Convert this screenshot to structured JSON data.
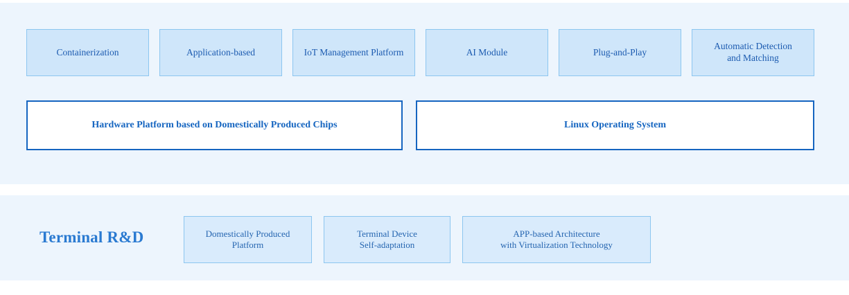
{
  "colors": {
    "panel_background": "#edf5fd",
    "page_background": "#ffffff",
    "feature_box_fill": "#cfe6fa",
    "feature_box_border": "#8cc6f0",
    "feature_text": "#1c5bb0",
    "platform_bar_fill": "#ffffff",
    "platform_bar_border": "#1565c0",
    "platform_text": "#1565c0",
    "section_title_text": "#2a7ad1",
    "terminal_box_fill": "#d9ebfc",
    "terminal_box_border": "#8cc6f0",
    "terminal_text": "#2565b0"
  },
  "top_panel": {
    "features": [
      {
        "label": "Containerization"
      },
      {
        "label": "Application-based"
      },
      {
        "label": "IoT Management Platform"
      },
      {
        "label": "AI Module"
      },
      {
        "label": "Plug-and-Play"
      },
      {
        "label": "Automatic Detection\nand Matching"
      }
    ],
    "platforms": [
      {
        "label": "Hardware Platform based on Domestically Produced Chips"
      },
      {
        "label": "Linux Operating System"
      }
    ]
  },
  "bottom_panel": {
    "title": "Terminal R&D",
    "items": [
      {
        "label": "Domestically Produced\nPlatform"
      },
      {
        "label": "Terminal Device\nSelf-adaptation"
      },
      {
        "label": "APP-based Architecture\nwith Virtualization Technology"
      }
    ]
  }
}
